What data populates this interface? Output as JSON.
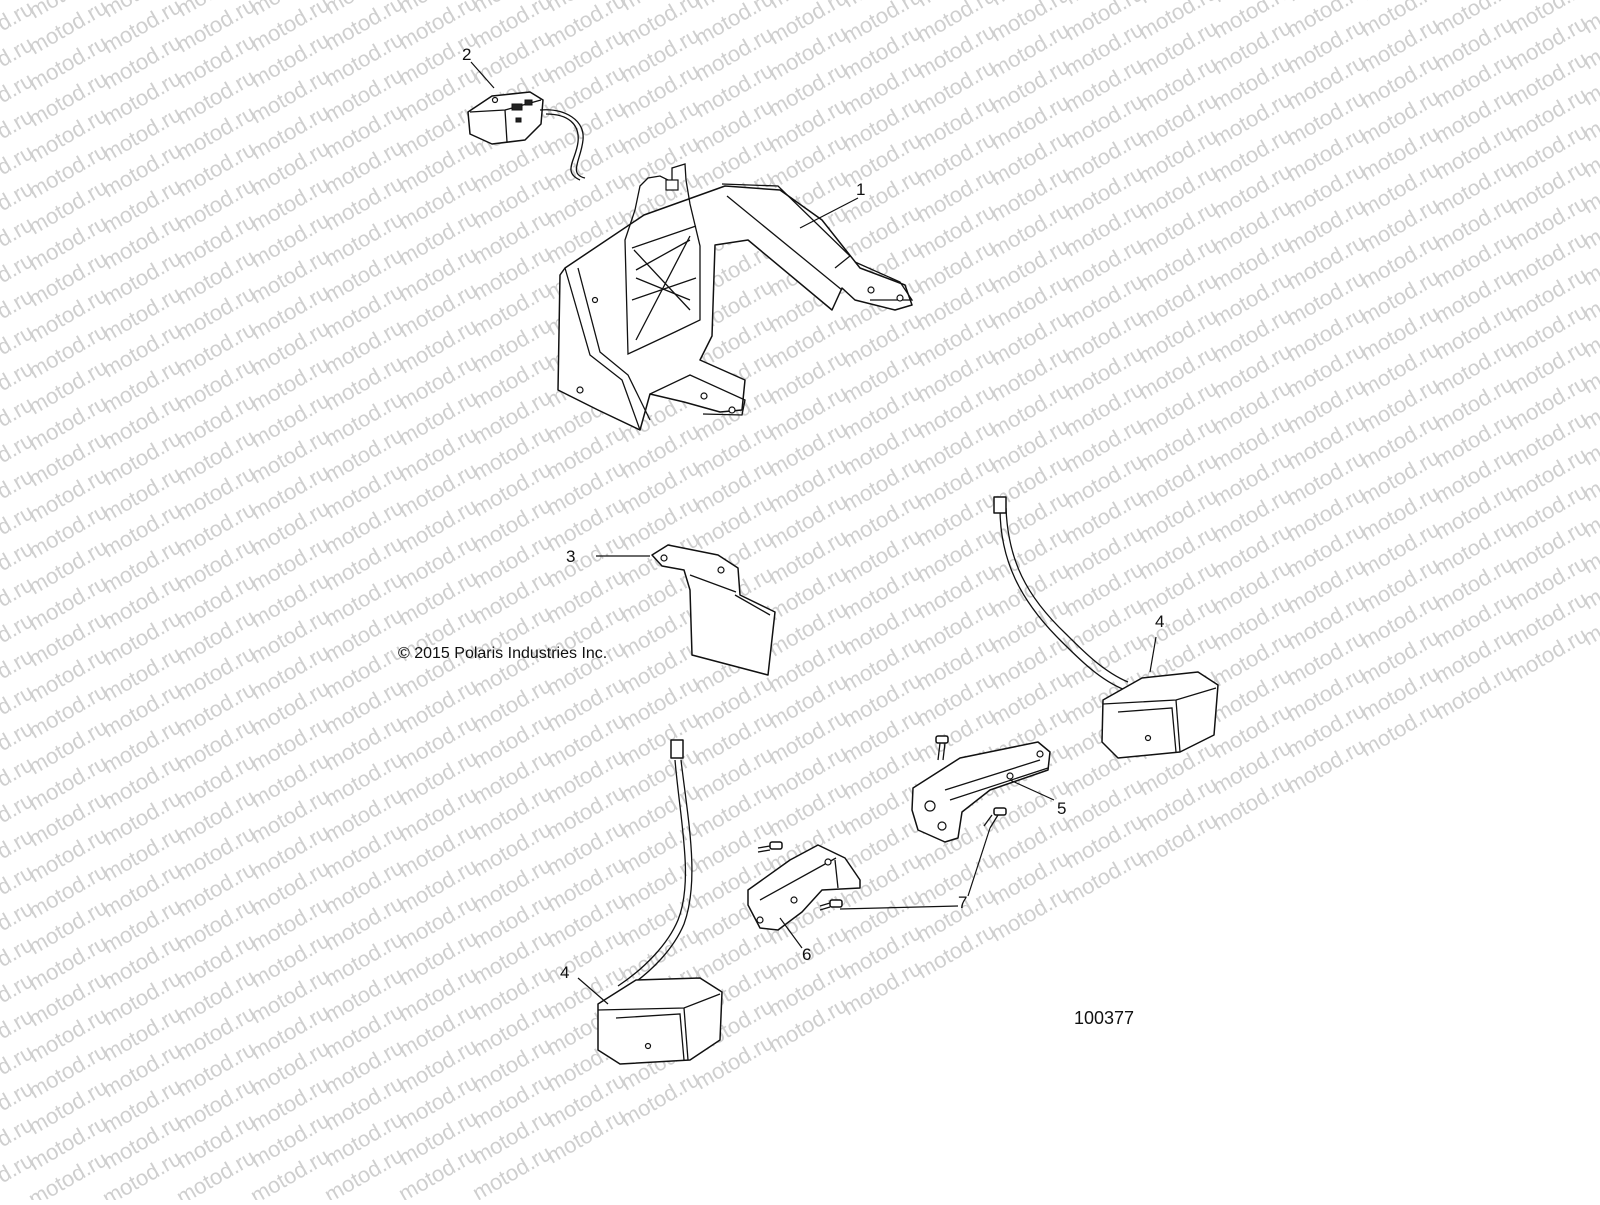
{
  "watermark": {
    "text": "motod.ru",
    "color": "#cfcfcf"
  },
  "callouts": [
    {
      "id": "callout-1",
      "label": "1"
    },
    {
      "id": "callout-2",
      "label": "2"
    },
    {
      "id": "callout-3",
      "label": "3"
    },
    {
      "id": "callout-4a",
      "label": "4"
    },
    {
      "id": "callout-4b",
      "label": "4"
    },
    {
      "id": "callout-5",
      "label": "5"
    },
    {
      "id": "callout-6",
      "label": "6"
    },
    {
      "id": "callout-7",
      "label": "7"
    }
  ],
  "copyright": "© 2015 Polaris Industries Inc.",
  "figure_number": "100377"
}
